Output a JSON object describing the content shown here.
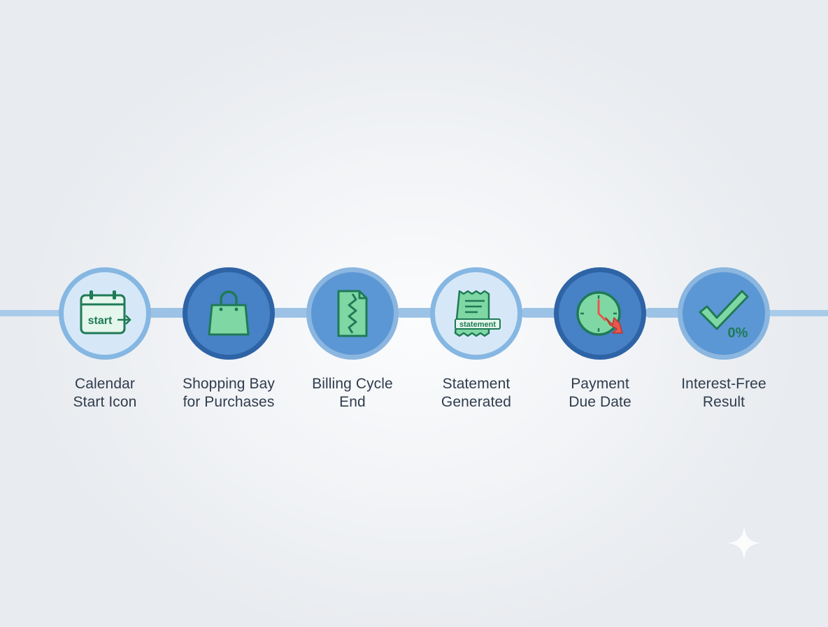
{
  "colors": {
    "connector": "#a8cbea",
    "node_light_fill": "#d6e8f8",
    "node_mid_fill": "#5b97d4",
    "node_dark_fill": "#4682c5",
    "icon_green": "#7fd8a4",
    "icon_stroke": "#1f7a56",
    "alert_red": "#e8574d",
    "label_text": "#2f3c4d"
  },
  "steps": [
    {
      "icon": "calendar-start-icon",
      "icon_text": "start",
      "label_line1": "Calendar",
      "label_line2": "Start Icon"
    },
    {
      "icon": "shopping-bag-icon",
      "label_line1": "Shopping Bay",
      "label_line2": "for Purchases"
    },
    {
      "icon": "torn-document-icon",
      "label_line1": "Billing Cycle",
      "label_line2": "End"
    },
    {
      "icon": "statement-receipt-icon",
      "icon_text": "statement",
      "label_line1": "Statement",
      "label_line2": "Generated"
    },
    {
      "icon": "clock-due-icon",
      "label_line1": "Payment",
      "label_line2": "Due Date"
    },
    {
      "icon": "check-zero-percent-icon",
      "icon_text": "0%",
      "label_line1": "Interest-Free",
      "label_line2": "Result"
    }
  ]
}
